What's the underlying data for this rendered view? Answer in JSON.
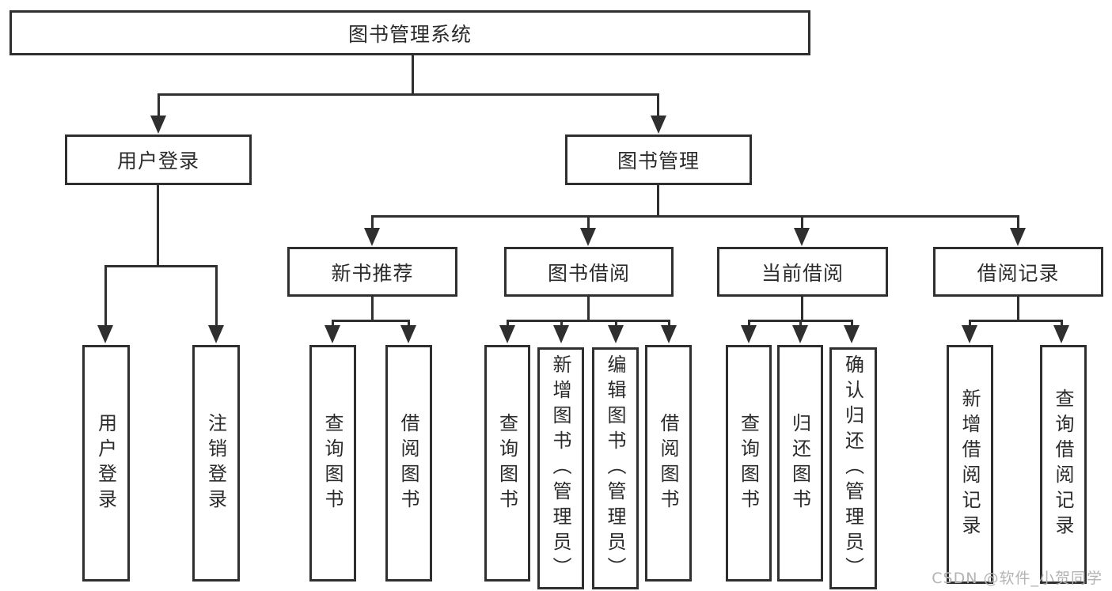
{
  "diagram": {
    "type": "tree",
    "title": "图书管理系统",
    "tree": {
      "label": "图书管理系统",
      "children": [
        {
          "label": "用户登录",
          "children": [
            {
              "label": "用户登录"
            },
            {
              "label": "注销登录"
            }
          ]
        },
        {
          "label": "图书管理",
          "children": [
            {
              "label": "新书推荐",
              "children": [
                {
                  "label": "查询图书"
                },
                {
                  "label": "借阅图书"
                }
              ]
            },
            {
              "label": "图书借阅",
              "children": [
                {
                  "label": "查询图书"
                },
                {
                  "label": "新增图书（管理员）"
                },
                {
                  "label": "编辑图书（管理员）"
                },
                {
                  "label": "借阅图书"
                }
              ]
            },
            {
              "label": "当前借阅",
              "children": [
                {
                  "label": "查询图书"
                },
                {
                  "label": "归还图书"
                },
                {
                  "label": "确认归还（管理员）"
                }
              ]
            },
            {
              "label": "借阅记录",
              "children": [
                {
                  "label": "新增借阅记录"
                },
                {
                  "label": "查询借阅记录"
                }
              ]
            }
          ]
        }
      ]
    },
    "watermark": "CSDN @软件_小贺同学",
    "colors": {
      "line": "#2f2f2f",
      "text": "#2b2b2b",
      "background": "#ffffff",
      "watermark": "#b3b3b3"
    }
  }
}
